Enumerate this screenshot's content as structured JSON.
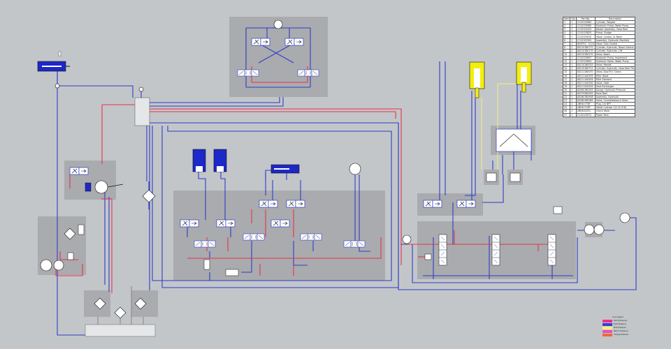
{
  "colors": {
    "background": "#c3c6c9",
    "panel": "#a9abae",
    "pressure": "#e8334a",
    "return": "#2f3cc8",
    "pilot": "#f4f27a",
    "actuator_blue": "#1d28c8",
    "actuator_yellow": "#f2ee10"
  },
  "bom": {
    "headers": [
      "Item",
      "Qty",
      "Part No.",
      "Description"
    ],
    "rows": [
      [
        "1",
        "1",
        "2110125965",
        "Cylinder, Tailgate"
      ],
      [
        "2",
        "1",
        "2110125965",
        "Hydraulic Pump, Water Pump"
      ],
      [
        "3",
        "1",
        "2110125425",
        "Master Assembly, Hose Reel"
      ],
      [
        "4",
        "1",
        "2110125825",
        "Pump, Sludge"
      ],
      [
        "5",
        "1",
        "2110125910",
        "Valve, Control, 2L Bank"
      ],
      [
        "6",
        "1",
        "2110102500",
        "Assembly, Hydraulic Manifold"
      ],
      [
        "7",
        "1",
        "8H2P2V - 2124",
        "Valve, Flow Control"
      ],
      [
        "8",
        "2",
        "8X2101B0770",
        "Cylinder, Hydraulic, Boom Extend"
      ],
      [
        "9",
        "2",
        "8X2101B0170",
        "Cylinder, Hydraulic, Lift"
      ],
      [
        "10",
        "1",
        "8X2101B0270",
        "Valve, Boom"
      ],
      [
        "11",
        "1",
        "2110125697",
        "Hydraulic Pump, Implement"
      ],
      [
        "12",
        "1",
        "2110125694",
        "Hydraulic Motor, Water Pump"
      ],
      [
        "13",
        "1",
        "8X2101B0025",
        "Valve, Needle"
      ],
      [
        "14",
        "1",
        "8X2101B0711",
        "Cylinder, Hydraulic, Hose Reel Tilt"
      ],
      [
        "15",
        "1",
        "8X2111B0070",
        "Valve, Dual P.O. Check"
      ],
      [
        "16",
        "1",
        "8X2111A0559",
        "Filter Head"
      ],
      [
        "17",
        "1",
        "8X2111A0554",
        "Filter Element"
      ],
      [
        "18",
        "1",
        "8X2111A0500",
        "Valve, Gate"
      ],
      [
        "19",
        "1",
        "8X2112A5505",
        "Heat Exchanger"
      ],
      [
        "20",
        "1",
        "8X2801B0505",
        "Gauge, Hydraulic Pressure"
      ],
      [
        "21",
        "1",
        "8X2702B0955",
        "Hose Reel"
      ],
      [
        "22",
        "1",
        "8X2807B0908",
        "Assembly, Hydraulic"
      ],
      [
        "23",
        "1",
        "8X2801B0085",
        "Valve, Counterbalance Valve"
      ],
      [
        "24",
        "1",
        "2BH4177BT",
        "Plug, 1/4 NPT"
      ],
      [
        "25",
        "1",
        "2BH4172BT",
        "Street Cylinder 1/2 (4 Of 8)"
      ],
      [
        "26",
        "1",
        "2BH4H2031",
        "Check Valve"
      ],
      [
        "27",
        "1",
        "2110125972",
        "Power Pack"
      ]
    ]
  },
  "legend": {
    "title": "Line Legend",
    "items": [
      {
        "label": "Pump Pressure",
        "color": "#ee2f8c"
      },
      {
        "label": "Tank Pressure",
        "color": "#3a3ad8"
      },
      {
        "label": "Pilot Pressure",
        "color": "#f4f27a"
      },
      {
        "label": "Return Pressure",
        "color": "#e64bd0"
      },
      {
        "label": "Charge Pressure",
        "color": "#f06b2f"
      }
    ]
  }
}
